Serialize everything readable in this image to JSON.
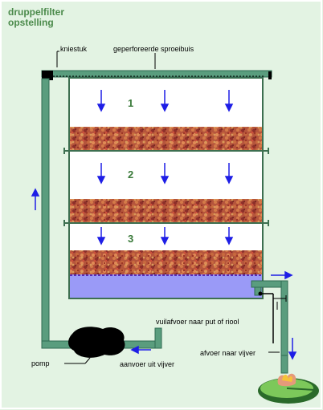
{
  "title": {
    "line1": "druppelfilter",
    "line2": "opstelling"
  },
  "labels": {
    "kniestuk": "kniestuk",
    "sproeibuis": "geperforeerde sproeibuis",
    "vuilafvoer": "vuilafvoer naar put of riool",
    "afvoer": "afvoer naar vijver",
    "pomp": "pomp",
    "aanvoer": "aanvoer uit vijver"
  },
  "compartments": [
    "1",
    "2",
    "3"
  ],
  "colors": {
    "background": "#e3f3e3",
    "pipe": "#5a9d7e",
    "pipe_outline": "#2f6a52",
    "arrow": "#1e1ee6",
    "water": "#9a9af7",
    "media": "#b4503a",
    "title": "#4b8a4b"
  }
}
